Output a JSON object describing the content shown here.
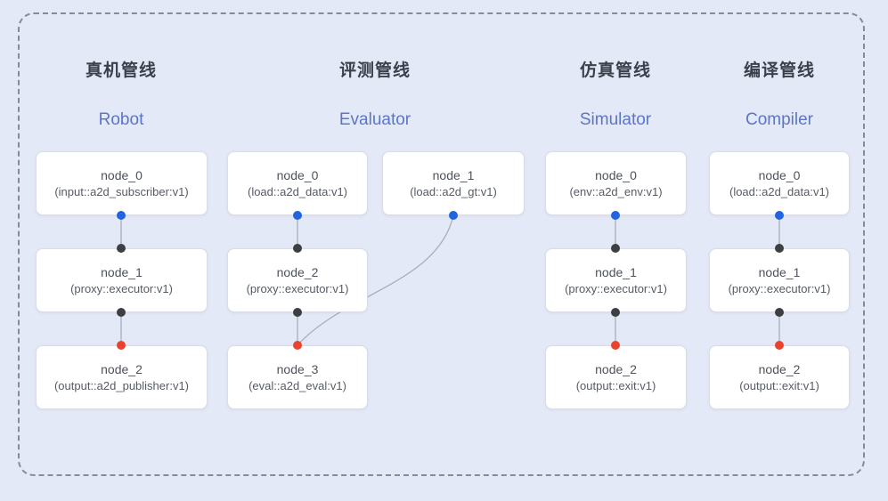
{
  "colors": {
    "background": "#e4e9f7",
    "frame_dash": "#868c97",
    "box_bg": "#ffffff",
    "box_border": "#d9dde6",
    "connector": "#a6aebc",
    "output_port": "#2065df",
    "input_port": "#3d3f42",
    "sink_port": "#e9432f",
    "title_text": "#3b404b",
    "subtitle_text": "#5b76c7",
    "node_text": "#4d525c"
  },
  "pipelines": [
    {
      "id": "robot",
      "title_zh": "真机管线",
      "title_en": "Robot",
      "nodes": [
        {
          "name": "node_0",
          "detail": "(input::a2d_subscriber:v1)"
        },
        {
          "name": "node_1",
          "detail": "(proxy::executor:v1)"
        },
        {
          "name": "node_2",
          "detail": "(output::a2d_publisher:v1)"
        }
      ]
    },
    {
      "id": "evaluator",
      "title_zh": "评测管线",
      "title_en": "Evaluator",
      "nodes": [
        {
          "name": "node_0",
          "detail": "(load::a2d_data:v1)"
        },
        {
          "name": "node_1",
          "detail": "(load::a2d_gt:v1)"
        },
        {
          "name": "node_2",
          "detail": "(proxy::executor:v1)"
        },
        {
          "name": "node_3",
          "detail": "(eval::a2d_eval:v1)"
        }
      ]
    },
    {
      "id": "simulator",
      "title_zh": "仿真管线",
      "title_en": "Simulator",
      "nodes": [
        {
          "name": "node_0",
          "detail": "(env::a2d_env:v1)"
        },
        {
          "name": "node_1",
          "detail": "(proxy::executor:v1)"
        },
        {
          "name": "node_2",
          "detail": "(output::exit:v1)"
        }
      ]
    },
    {
      "id": "compiler",
      "title_zh": "编译管线",
      "title_en": "Compiler",
      "nodes": [
        {
          "name": "node_0",
          "detail": "(load::a2d_data:v1)"
        },
        {
          "name": "node_1",
          "detail": "(proxy::executor:v1)"
        },
        {
          "name": "node_2",
          "detail": "(output::exit:v1)"
        }
      ]
    }
  ]
}
